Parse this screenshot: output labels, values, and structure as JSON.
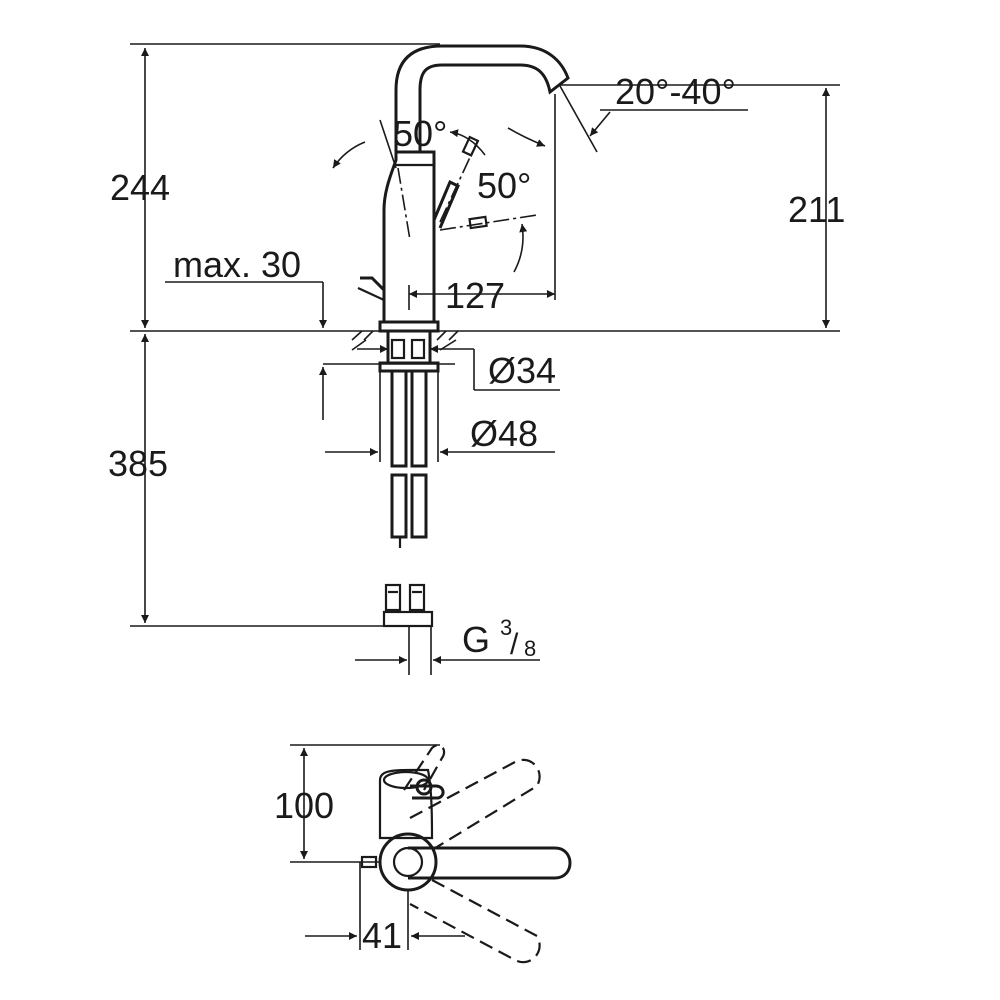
{
  "dimensions": {
    "total_height": "244",
    "spout_height": "211",
    "deck_thickness": "max. 30",
    "spout_reach": "127",
    "spout_angle": "20°-40°",
    "lever_angle_left": "50°",
    "lever_angle_right": "50°",
    "hole_diameter_min": "Ø34",
    "hole_diameter_max": "Ø48",
    "hose_length": "385",
    "connection_thread": "G",
    "connection_thread_num": "3",
    "connection_thread_den": "8",
    "lever_clearance": "100",
    "lever_offset": "41"
  },
  "colors": {
    "line": "#1a1a1a",
    "background": "#ffffff"
  }
}
